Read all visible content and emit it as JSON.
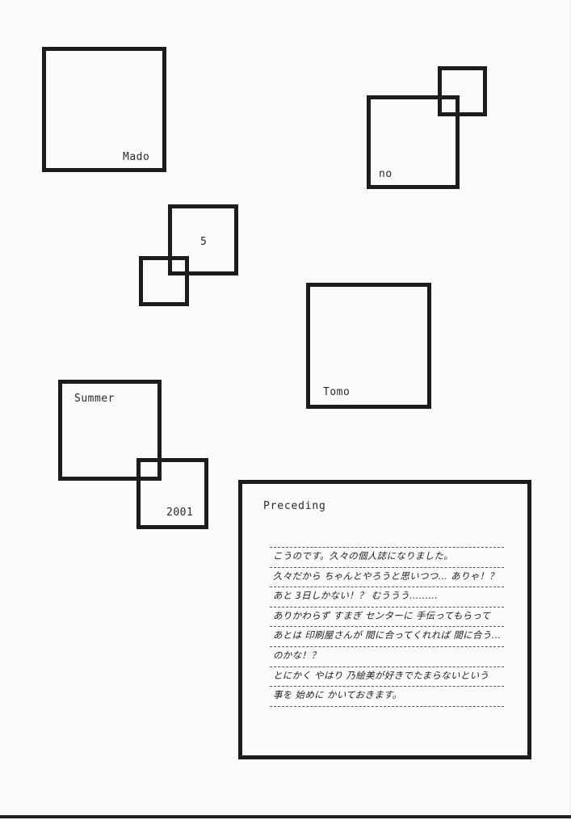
{
  "labels": {
    "mado": "Mado",
    "no": "no",
    "number": "5",
    "tomo": "Tomo",
    "season": "Summer",
    "year": "2001"
  },
  "note": {
    "title": "Preceding",
    "lines": [
      "こうのです。久々の個人誌になりました。",
      "久々だから ちゃんとやろうと思いつつ… ありゃ！？",
      "あと 3日しかない！？ むううう………",
      "ありかわらず すまぎ センターに 手伝ってもらって",
      "あとは 印刷屋さんが 間に合ってくれれば 間に合う…",
      "のかな！？",
      "とにかく やはり 乃絵美が好きでたまらないという",
      "事を 始めに かいておきます。"
    ]
  }
}
